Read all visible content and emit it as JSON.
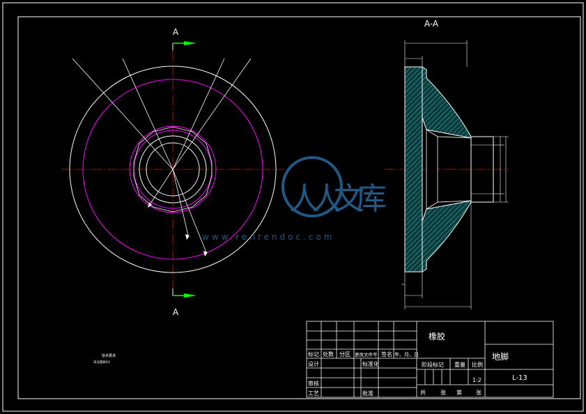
{
  "view_labels": {
    "section_top": "A",
    "section_bottom": "A",
    "section_view_title": "A-A"
  },
  "title_block": {
    "material": "橡胶",
    "part_name": "地脚",
    "drawing_number": "L-13",
    "scale": "1:2",
    "header_row": [
      "标记",
      "处数",
      "分区",
      "更改文件号",
      "签名",
      "年、月、日"
    ],
    "left_rows": [
      "设计",
      "审核",
      "工艺"
    ],
    "standardization": "标准化",
    "approve": "批准",
    "stage_mark": "阶段标记",
    "weight": "重量",
    "scale_label": "比例",
    "sheets_row": [
      "共",
      "张",
      "第",
      "张"
    ]
  },
  "notes": {
    "heading": "技术要求",
    "body": "未注圆角R2"
  },
  "watermark": {
    "text": "人人文库",
    "url": "www.renrendoc.com"
  },
  "colors": {
    "background": "#000000",
    "outline": "#ffffff",
    "hidden_circles": "#ff00ff",
    "centerline": "#ff0000",
    "section_arrow": "#00ff00",
    "hatch": "#33cccc",
    "watermark": "#2f7fbf"
  }
}
